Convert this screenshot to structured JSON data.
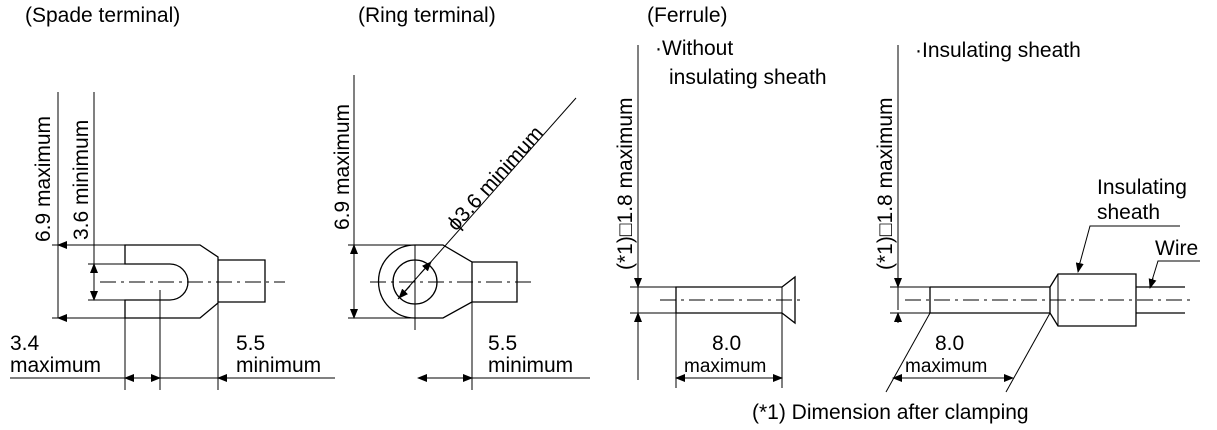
{
  "spade": {
    "title": "(Spade terminal)",
    "height_max": "6.9 maximum",
    "slot_min": "3.6 minimum",
    "left_value": "3.4",
    "left_unit": "maximum",
    "right_value": "5.5",
    "right_unit": "minimum"
  },
  "ring": {
    "title": "(Ring terminal)",
    "height_max": "6.9 maximum",
    "hole_min": "ϕ3.6 minimum",
    "right_value": "5.5",
    "right_unit": "minimum"
  },
  "ferrule": {
    "title": "(Ferrule)",
    "left_dim": "(*1)□1.8 maximum",
    "without_line1": "·Without",
    "without_line2": "insulating sheath",
    "len_value": "8.0",
    "len_unit": "maximum",
    "right_dim": "(*1)□1.8 maximum",
    "with_label": "·Insulating sheath",
    "sheath_line1": "Insulating",
    "sheath_line2": "sheath",
    "wire": "Wire",
    "len2_value": "8.0",
    "len2_unit": "maximum",
    "footnote": "(*1) Dimension after clamping"
  }
}
